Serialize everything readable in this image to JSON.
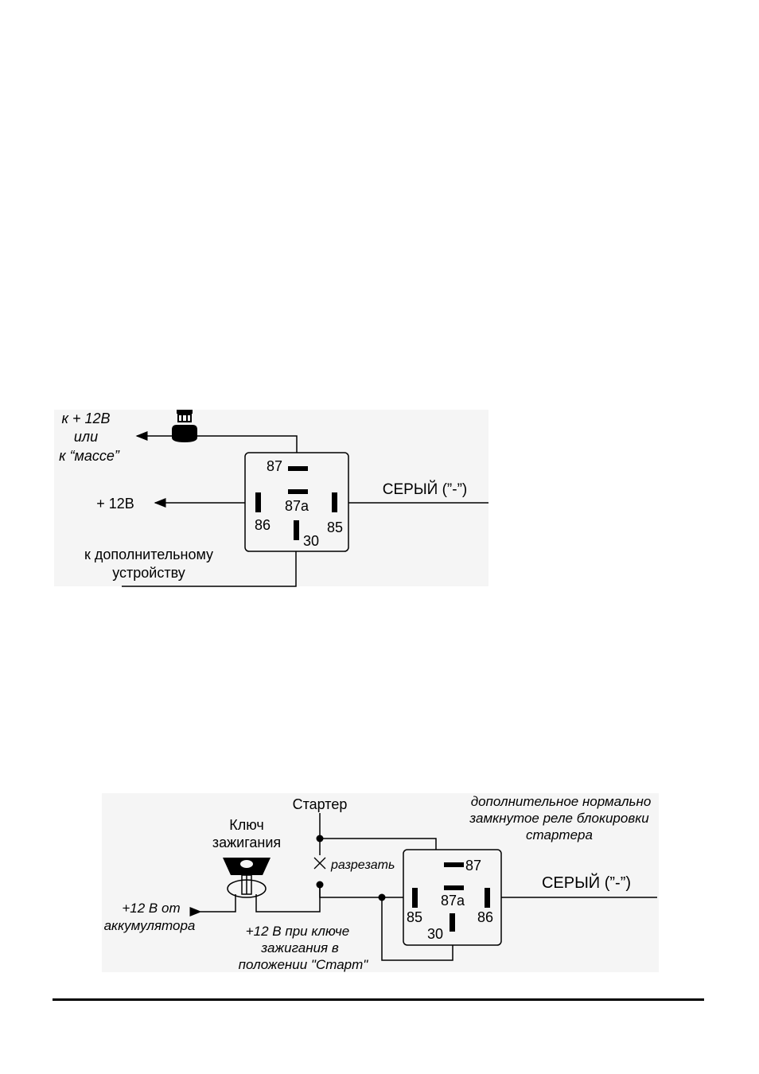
{
  "diagram1": {
    "left_label_line1": "к + 12В",
    "left_label_line2": "или",
    "left_label_line3": "к “массе”",
    "plus12_label": "+ 12В",
    "device_label_line1": "к дополнительному",
    "device_label_line2": "устройству",
    "wire_label": "СЕРЫЙ (”-”)",
    "pin_87": "87",
    "pin_87a": "87а",
    "pin_86": "86",
    "pin_85": "85",
    "pin_30": "30"
  },
  "diagram2": {
    "starter_label": "Стартер",
    "key_label_line1": "Ключ",
    "key_label_line2": "зажигания",
    "cut_label": "разрезать",
    "battery_label_line1": "+12 В от",
    "battery_label_line2": "аккумулятора",
    "start_label_line1": "+12 В при ключе",
    "start_label_line2": "зажигания в",
    "start_label_line3": "положении \"Старт\"",
    "relay_desc_line1": "дополнительное нормально",
    "relay_desc_line2": "замкнутое реле блокировки",
    "relay_desc_line3": "стартера",
    "wire_label": "СЕРЫЙ (”-”)",
    "pin_87": "87",
    "pin_87a": "87а",
    "pin_85": "85",
    "pin_86": "86",
    "pin_30": "30"
  }
}
